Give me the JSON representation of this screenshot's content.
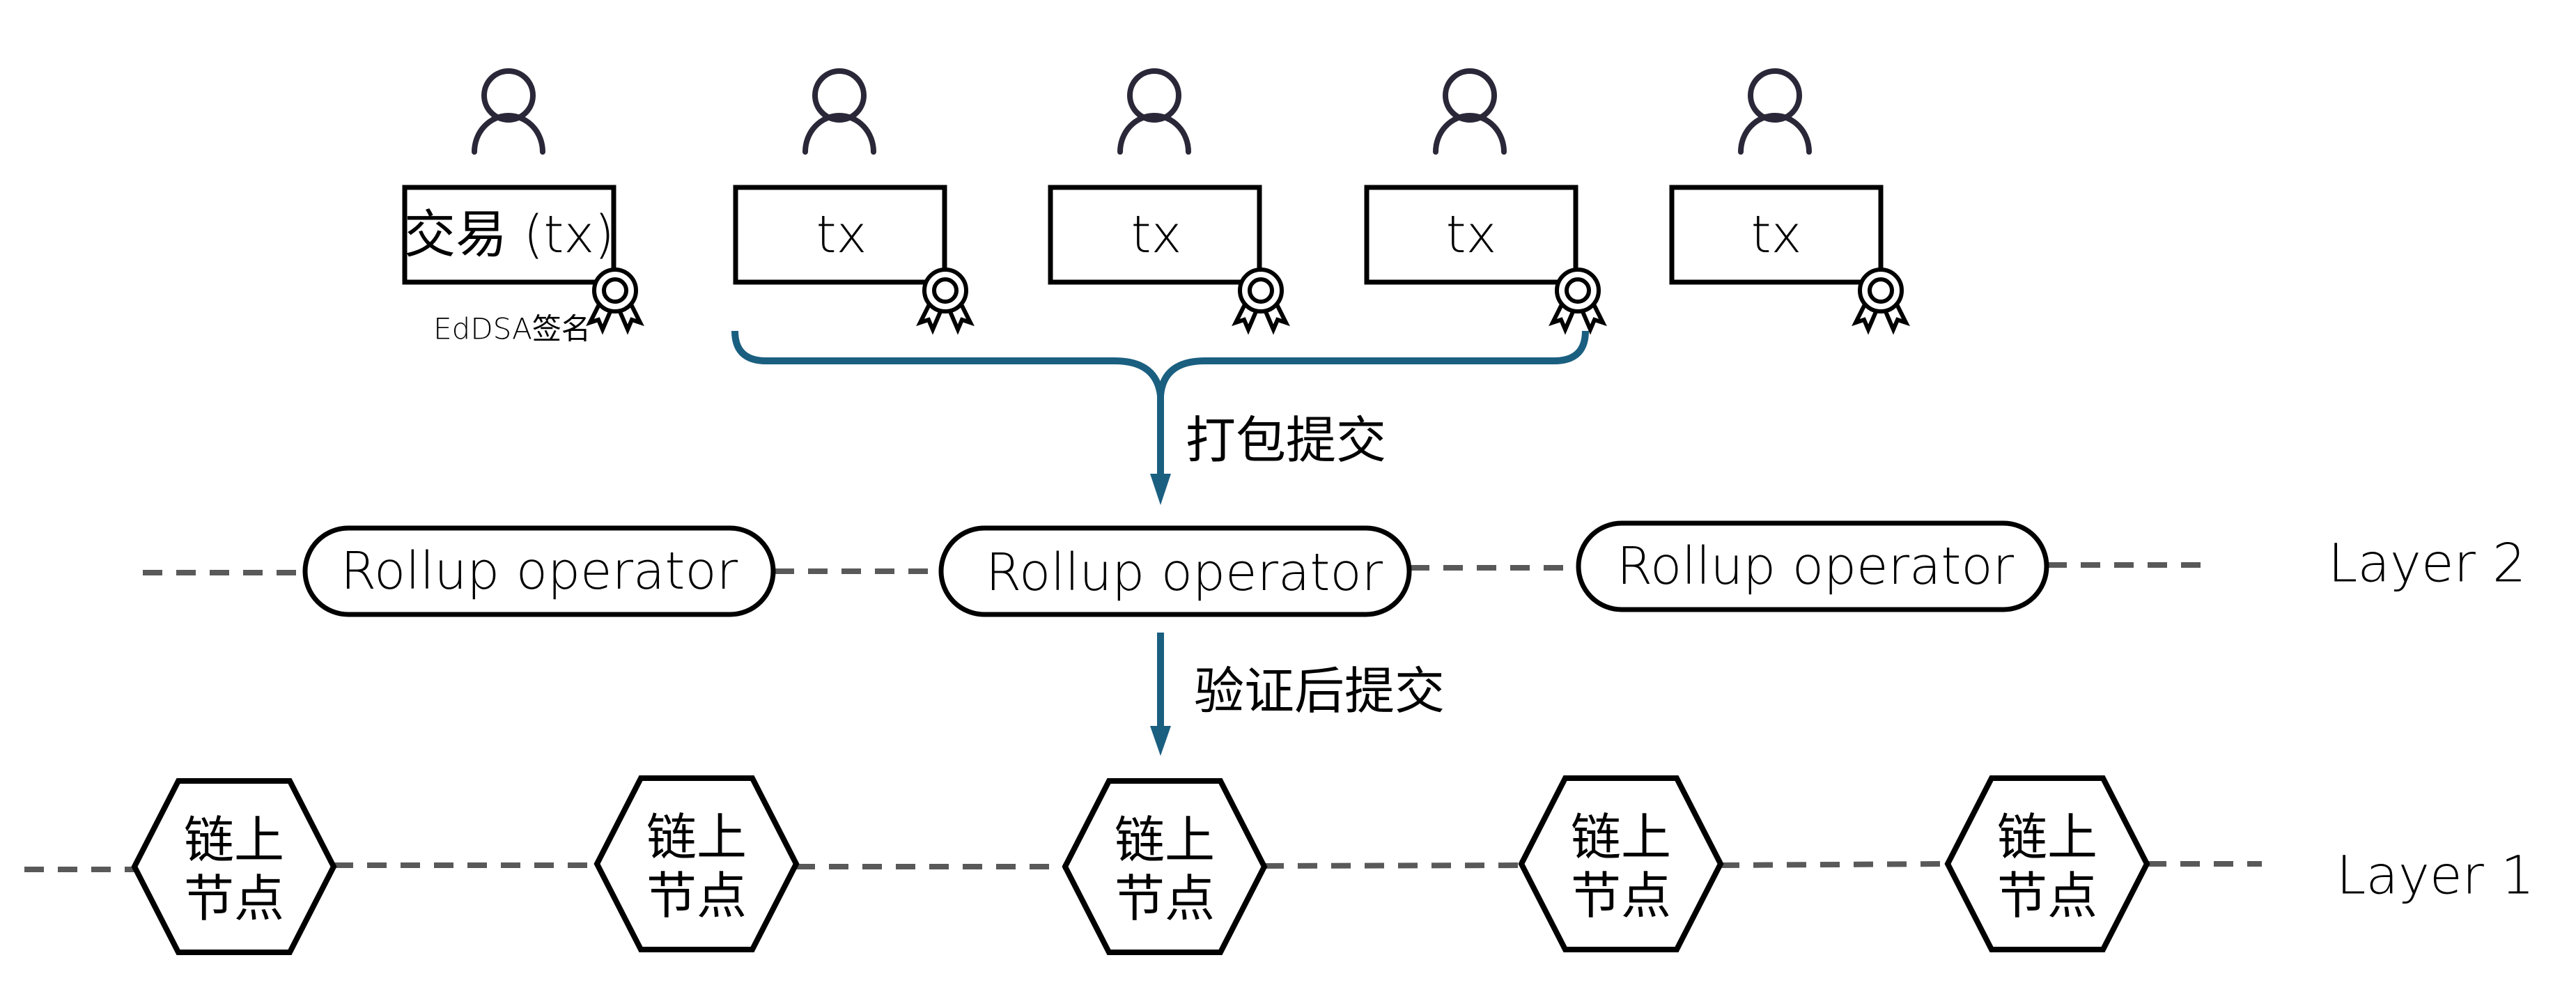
{
  "diagram": {
    "colors": {
      "flow_arrow": "#1a5f80",
      "dashed_line": "#595959",
      "outline": "#000000",
      "person_icon": "#2a2838"
    },
    "users": [
      {
        "icon": "person-icon",
        "tx_label": "交易 (tx)",
        "signature_icon": "award-badge-icon"
      },
      {
        "icon": "person-icon",
        "tx_label": "tx",
        "signature_icon": "award-badge-icon"
      },
      {
        "icon": "person-icon",
        "tx_label": "tx",
        "signature_icon": "award-badge-icon"
      },
      {
        "icon": "person-icon",
        "tx_label": "tx",
        "signature_icon": "award-badge-icon"
      },
      {
        "icon": "person-icon",
        "tx_label": "tx",
        "signature_icon": "award-badge-icon"
      }
    ],
    "signature_caption": "EdDSA签名",
    "bundle_arrow_label": "打包提交",
    "verify_arrow_label": "验证后提交",
    "layer2": {
      "label": "Layer 2",
      "operators": [
        "Rollup operator",
        "Rollup operator",
        "Rollup operator"
      ]
    },
    "layer1": {
      "label": "Layer 1",
      "nodes": [
        {
          "line1": "链上",
          "line2": "节点"
        },
        {
          "line1": "链上",
          "line2": "节点"
        },
        {
          "line1": "链上",
          "line2": "节点"
        },
        {
          "line1": "链上",
          "line2": "节点"
        },
        {
          "line1": "链上",
          "line2": "节点"
        }
      ]
    }
  }
}
